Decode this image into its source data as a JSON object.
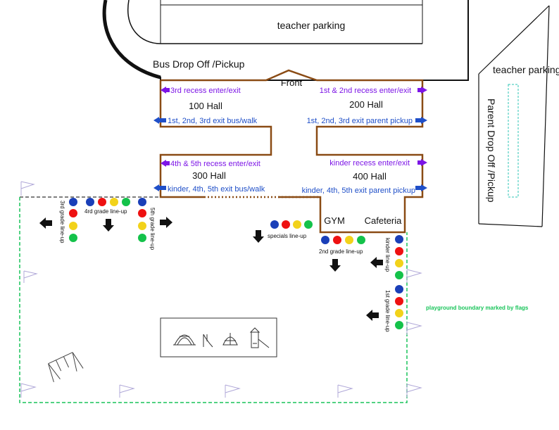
{
  "labels": {
    "teacher_parking_main": "teacher parking",
    "teacher_parking_side": "teacher parking",
    "bus_drop": "Bus Drop Off /Pickup",
    "front": "Front",
    "parent_drop": "Parent Drop Off /Pickup",
    "gym": "GYM",
    "cafeteria": "Cafeteria",
    "playground_note": "playground boundary marked by flags"
  },
  "halls": [
    {
      "id": "100",
      "name": "100 Hall",
      "enter": "3rd recess enter/exit",
      "exit": "1st, 2nd, 3rd  exit bus/walk"
    },
    {
      "id": "200",
      "name": "200 Hall",
      "enter": "1st & 2nd recess enter/exit",
      "exit": "1st, 2nd, 3rd  exit parent pickup"
    },
    {
      "id": "300",
      "name": "300 Hall",
      "enter": "4th & 5th recess enter/exit",
      "exit": "kinder, 4th, 5th  exit bus/walk"
    },
    {
      "id": "400",
      "name": "400 Hall",
      "enter": "kinder recess enter/exit",
      "exit": "kinder, 4th, 5th  exit parent pickup"
    }
  ],
  "lineups": {
    "third": "3rd grade line-up",
    "fourth": "4rd grade line-up",
    "fifth": "5th grade line-up",
    "specials": "specials line-up",
    "second": "2nd grade line-up",
    "kinder": "kinder line-up",
    "first": "1st grade line-up"
  },
  "colors": {
    "hall_wall": "#8a4b14",
    "recess_arrow": "#7c14e6",
    "exit_arrow": "#1f4fc8",
    "recess_text": "#7c14e6",
    "exit_text": "#1f4fc8",
    "boundary": "#19c45a",
    "dot_blue": "#1a3fb8",
    "dot_red": "#ee1111",
    "dot_yellow": "#f2d21a",
    "dot_green": "#14c24a",
    "note": "#19c45a"
  },
  "equipment_icons": [
    "dome-climber-icon",
    "slide-icon",
    "spinner-dome-icon",
    "play-structure-icon"
  ],
  "swing_icon": "swing-set-icon",
  "flag_icon": "flag-icon"
}
